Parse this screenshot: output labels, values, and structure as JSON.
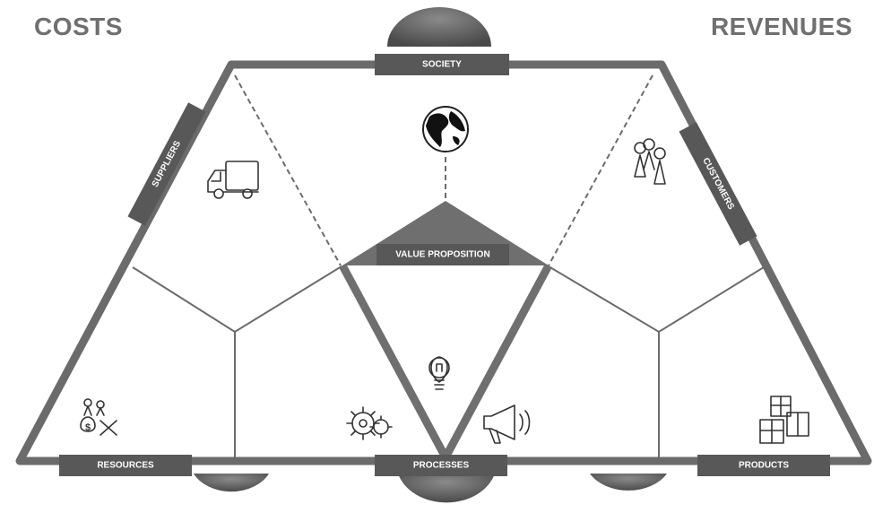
{
  "headers": {
    "left": "COSTS",
    "right": "REVENUES"
  },
  "labels": {
    "society": "SOCIETY",
    "suppliers": "SUPPLIERS",
    "customers": "CUSTOMERS",
    "value_proposition": "VALUE PROPOSITION",
    "resources": "RESOURCES",
    "processes": "PROCESSES",
    "products": "PRODUCTS"
  },
  "icons": [
    "globe-icon",
    "truck-icon",
    "people-icon",
    "lightbulb-icon",
    "gears-icon",
    "megaphone-icon",
    "money-tools-icon",
    "gift-boxes-icon"
  ],
  "colors": {
    "frame": "#6b6b6b",
    "label_bar": "#585858",
    "dome": "#5f5f5f",
    "header_text": "#6f6f6f"
  }
}
